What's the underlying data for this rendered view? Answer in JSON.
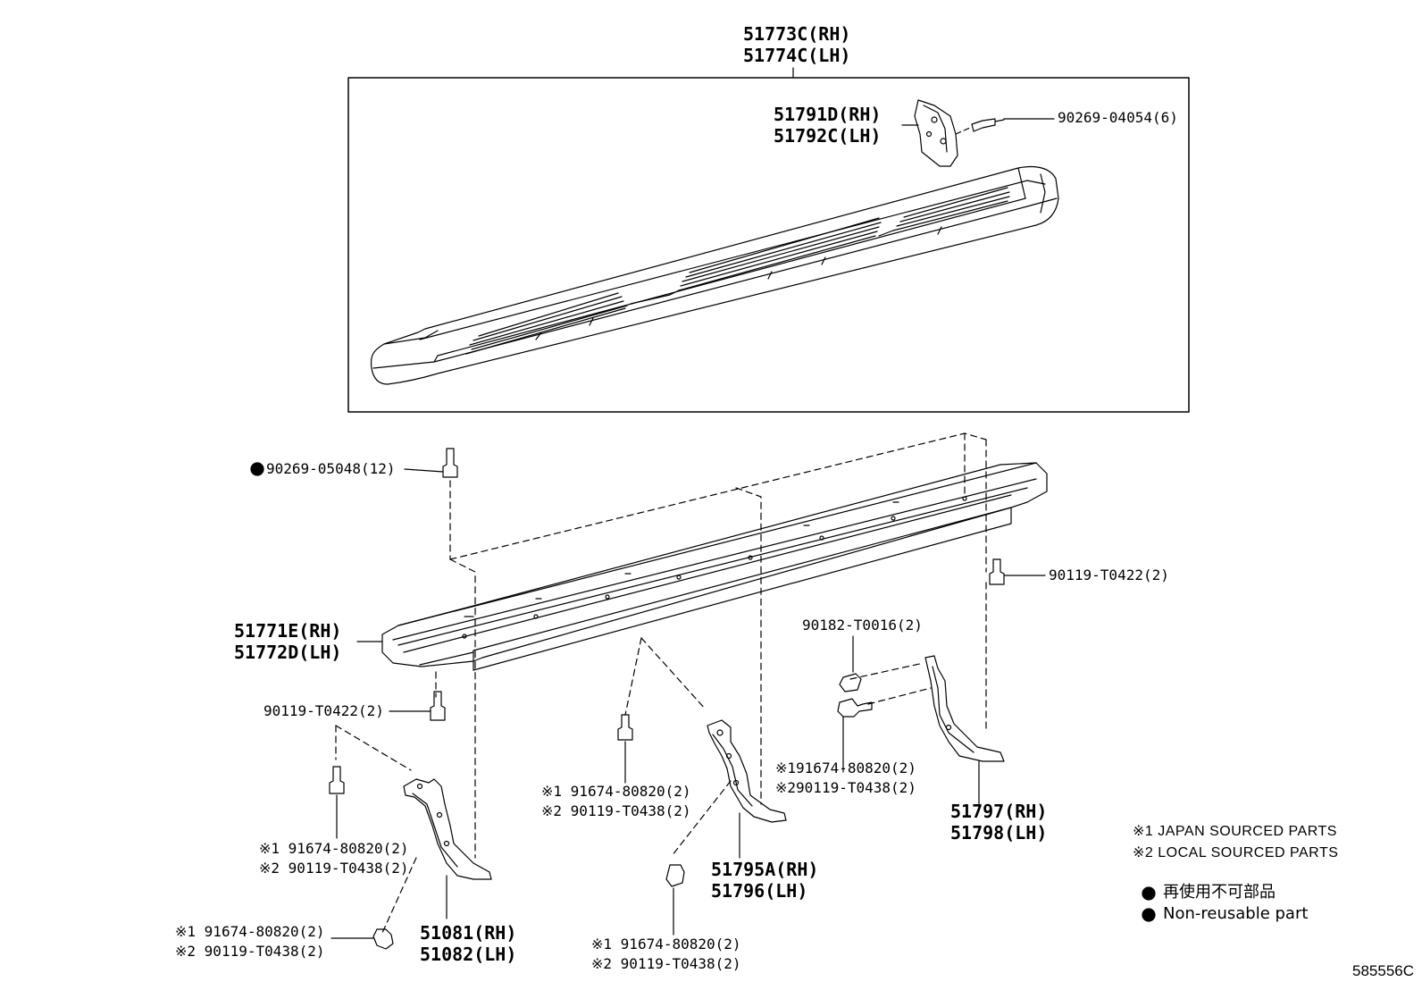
{
  "assembly": {
    "top_rh": "51773C(RH)",
    "top_lh": "51774C(LH)",
    "bracket_rh": "51791D(RH)",
    "bracket_lh": "51792C(LH)",
    "bolt_top": "90269-04054(6)",
    "nonreusable_bolt": "90269-05048(12)",
    "bolt_right": "90119-T0422(2)",
    "base_rh": "51771E(RH)",
    "base_lh": "51772D(LH)",
    "bolt_left": "90119-T0422(2)",
    "nut_right": "90182-T0016(2)",
    "mid_note_1": "※191674-80820(2)",
    "mid_note_2": "※290119-T0438(2)",
    "center_note_1": "※1 91674-80820(2)",
    "center_note_2": "※2 90119-T0438(2)",
    "left_note_1": "※1 91674-80820(2)",
    "left_note_2": "※2 90119-T0438(2)",
    "bottom_left_note_1": "※1 91674-80820(2)",
    "bottom_left_note_2": "※2 90119-T0438(2)",
    "bottom_center_note_1": "※1 91674-80820(2)",
    "bottom_center_note_2": "※2 90119-T0438(2)",
    "stay_right_rh": "51797(RH)",
    "stay_right_lh": "51798(LH)",
    "stay_center_rh": "51795A(RH)",
    "stay_center_lh": "51796(LH)",
    "stay_left_rh": "51081(RH)",
    "stay_left_lh": "51082(LH)"
  },
  "legend": {
    "japan": "※1 JAPAN SOURCED PARTS",
    "local": "※2 LOCAL SOURCED PARTS",
    "nonreusable_jp": "再使用不可部品",
    "nonreusable_en": "Non-reusable part"
  },
  "illustration_id": "585556C"
}
